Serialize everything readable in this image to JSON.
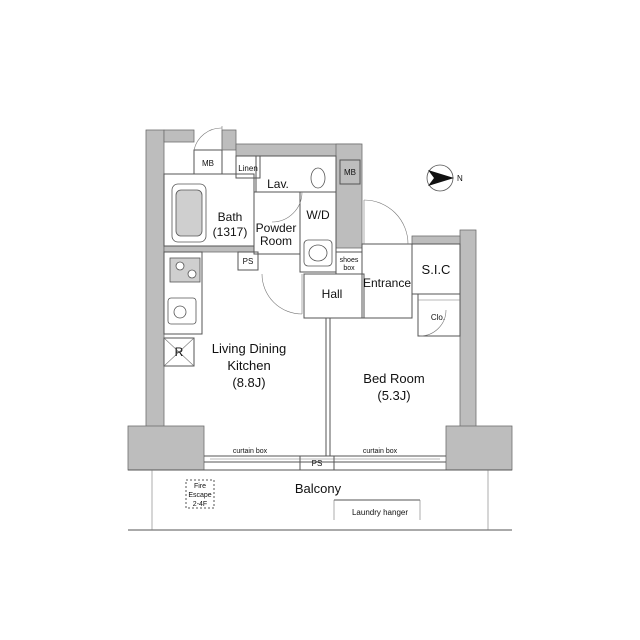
{
  "labels": {
    "mb_top": "MB",
    "mb_right": "MB",
    "linen": "Linen",
    "lav": "Lav.",
    "bath": "Bath",
    "bath_size": "(1317)",
    "powder": "Powder",
    "room": "Room",
    "wd": "W/D",
    "ps_left": "PS",
    "shoes_1": "shoes",
    "shoes_2": "box",
    "hall": "Hall",
    "entrance": "Entrance",
    "sic": "S.I.C",
    "clo": "Clo.",
    "ldk_1": "Living Dining",
    "ldk_2": "Kitchen",
    "ldk_3": "(8.8J)",
    "r": "R",
    "bed_1": "Bed Room",
    "bed_2": "(5.3J)",
    "curtain_left": "curtain box",
    "curtain_right": "curtain box",
    "ps_bottom": "PS",
    "balcony": "Balcony",
    "fire_1": "Fire",
    "fire_2": "Escape",
    "fire_3": "2-4F",
    "laundry": "Laundry hanger",
    "north": "N"
  }
}
